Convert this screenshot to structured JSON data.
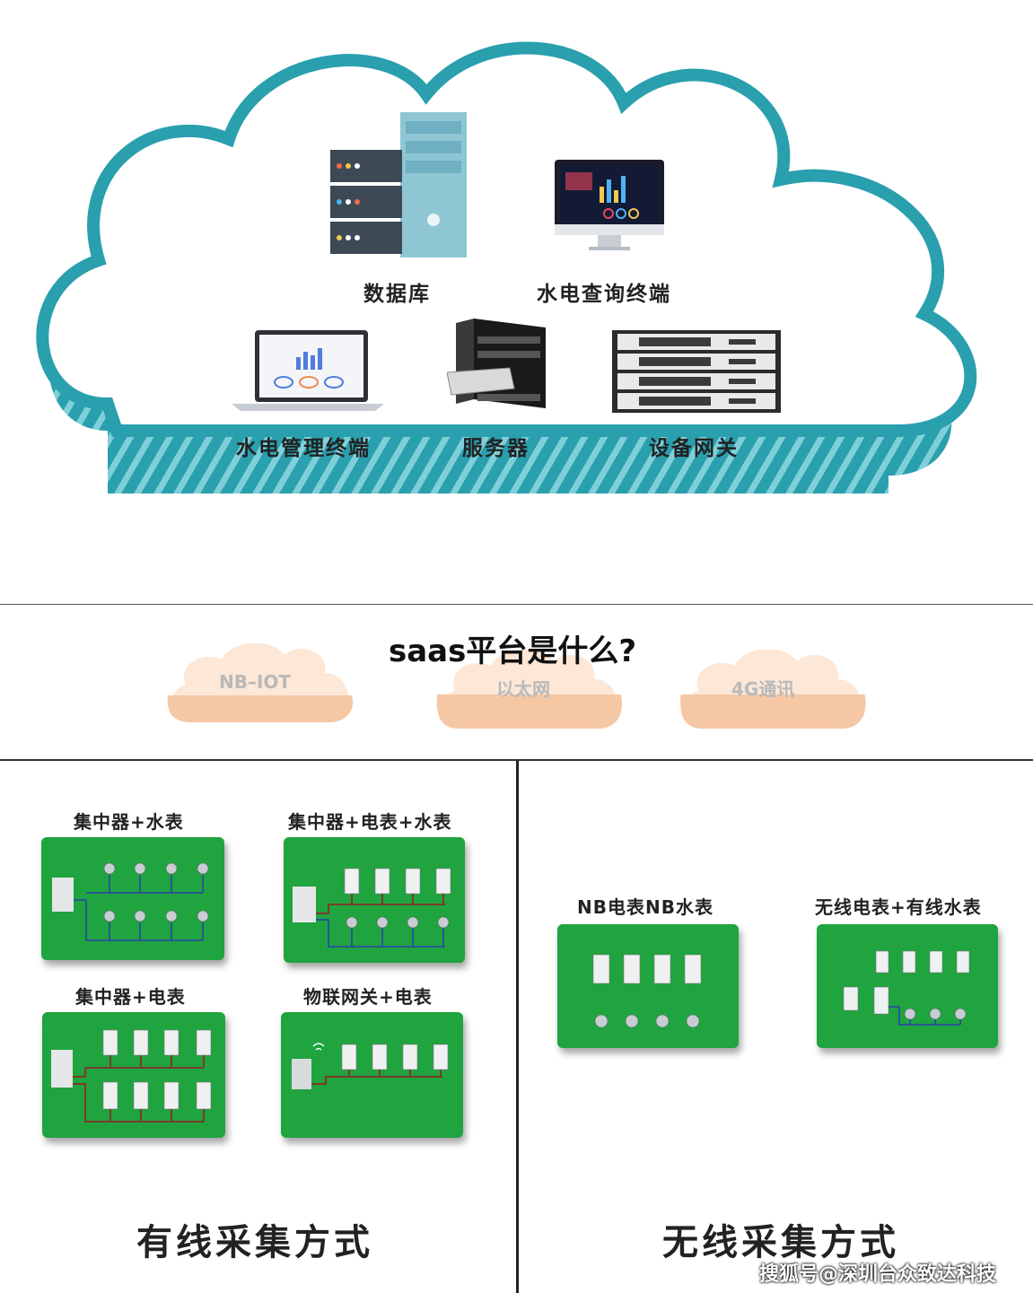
{
  "cloud": {
    "items": {
      "database": "数据库",
      "query_terminal": "水电查询终端",
      "management_terminal": "水电管理终端",
      "server": "服务器",
      "gateway": "设备网关"
    }
  },
  "middle": {
    "title": "saas平台是什么?",
    "networks": [
      "NB–IOT",
      "以太网",
      "4G通讯"
    ]
  },
  "wired": {
    "panels": [
      {
        "title": "集中器+水表"
      },
      {
        "title": "集中器+电表+水表"
      },
      {
        "title": "集中器+电表"
      },
      {
        "title": "物联网关+电表"
      }
    ],
    "heading": "有线采集方式"
  },
  "wireless": {
    "panels": [
      {
        "title": "NB电表NB水表"
      },
      {
        "title": "无线电表+有线水表"
      }
    ],
    "heading": "无线采集方式"
  },
  "watermark": "搜狐号@深圳台众致达科技",
  "colors": {
    "cloud_teal": "#2a9fae",
    "panel_green": "#1fa43f",
    "net_cloud_orange": "#f6c7a5"
  }
}
